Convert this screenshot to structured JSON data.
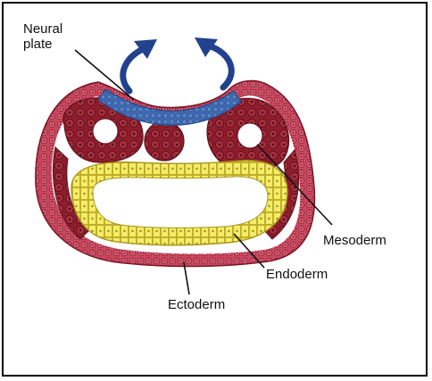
{
  "labels": {
    "neural_plate_line1": "Neural",
    "neural_plate_line2": "plate",
    "mesoderm": "Mesoderm",
    "endoderm": "Endoderm",
    "ectoderm": "Ectoderm"
  },
  "colors": {
    "ectoderm": "#c9465f",
    "mesoderm": "#8e1e2d",
    "endoderm": "#efe23a",
    "neural_plate": "#3f6ab2",
    "arrow": "#22428e",
    "background": "#ffffff"
  },
  "icons": {
    "left_arrow": "curved-arrow-up-left-icon",
    "right_arrow": "curved-arrow-up-right-icon"
  }
}
